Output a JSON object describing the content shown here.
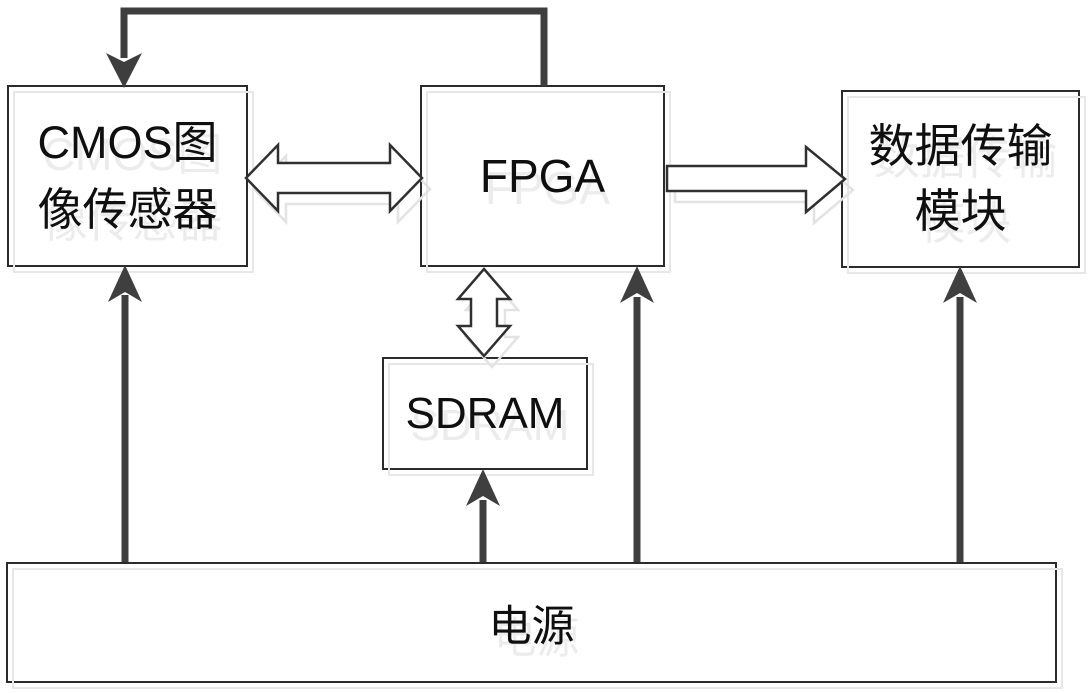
{
  "diagram": {
    "type": "block-diagram",
    "background": "#ffffff",
    "colors": {
      "thick_line": "#3e3e3e",
      "solid_arrow": "#3f3f3f",
      "hollow_arrow_outline": "#303030",
      "hollow_arrow_fill": "#ffffff",
      "box_border": "#2b2b2b",
      "ghost": "#e7e7e7",
      "text": "#0f0f0f"
    },
    "blocks": {
      "cmos_sensor": {
        "label": "CMOS图像传感器",
        "lines": [
          "CMOS图",
          "像传感器"
        ]
      },
      "fpga": {
        "label": "FPGA"
      },
      "data_transfer": {
        "label": "数据传输模块",
        "lines": [
          "数据传输",
          "模块"
        ]
      },
      "sdram": {
        "label": "SDRAM"
      },
      "power": {
        "label": "电源"
      }
    },
    "connections": [
      {
        "from": "fpga",
        "to": "cmos_sensor",
        "style": "thick-solid",
        "route": "over-the-top",
        "heads": "single"
      },
      {
        "from": "cmos_sensor",
        "to": "fpga",
        "style": "hollow-outline",
        "heads": "double"
      },
      {
        "from": "fpga",
        "to": "data_transfer",
        "style": "hollow-outline",
        "heads": "single"
      },
      {
        "from": "fpga",
        "to": "sdram",
        "style": "hollow-outline",
        "heads": "double"
      },
      {
        "from": "power",
        "to": "cmos_sensor",
        "style": "thick-solid",
        "heads": "single"
      },
      {
        "from": "power",
        "to": "sdram",
        "style": "thick-solid",
        "heads": "single"
      },
      {
        "from": "power",
        "to": "fpga",
        "style": "thick-solid",
        "heads": "single"
      },
      {
        "from": "power",
        "to": "data_transfer",
        "style": "thick-solid",
        "heads": "single"
      }
    ]
  }
}
